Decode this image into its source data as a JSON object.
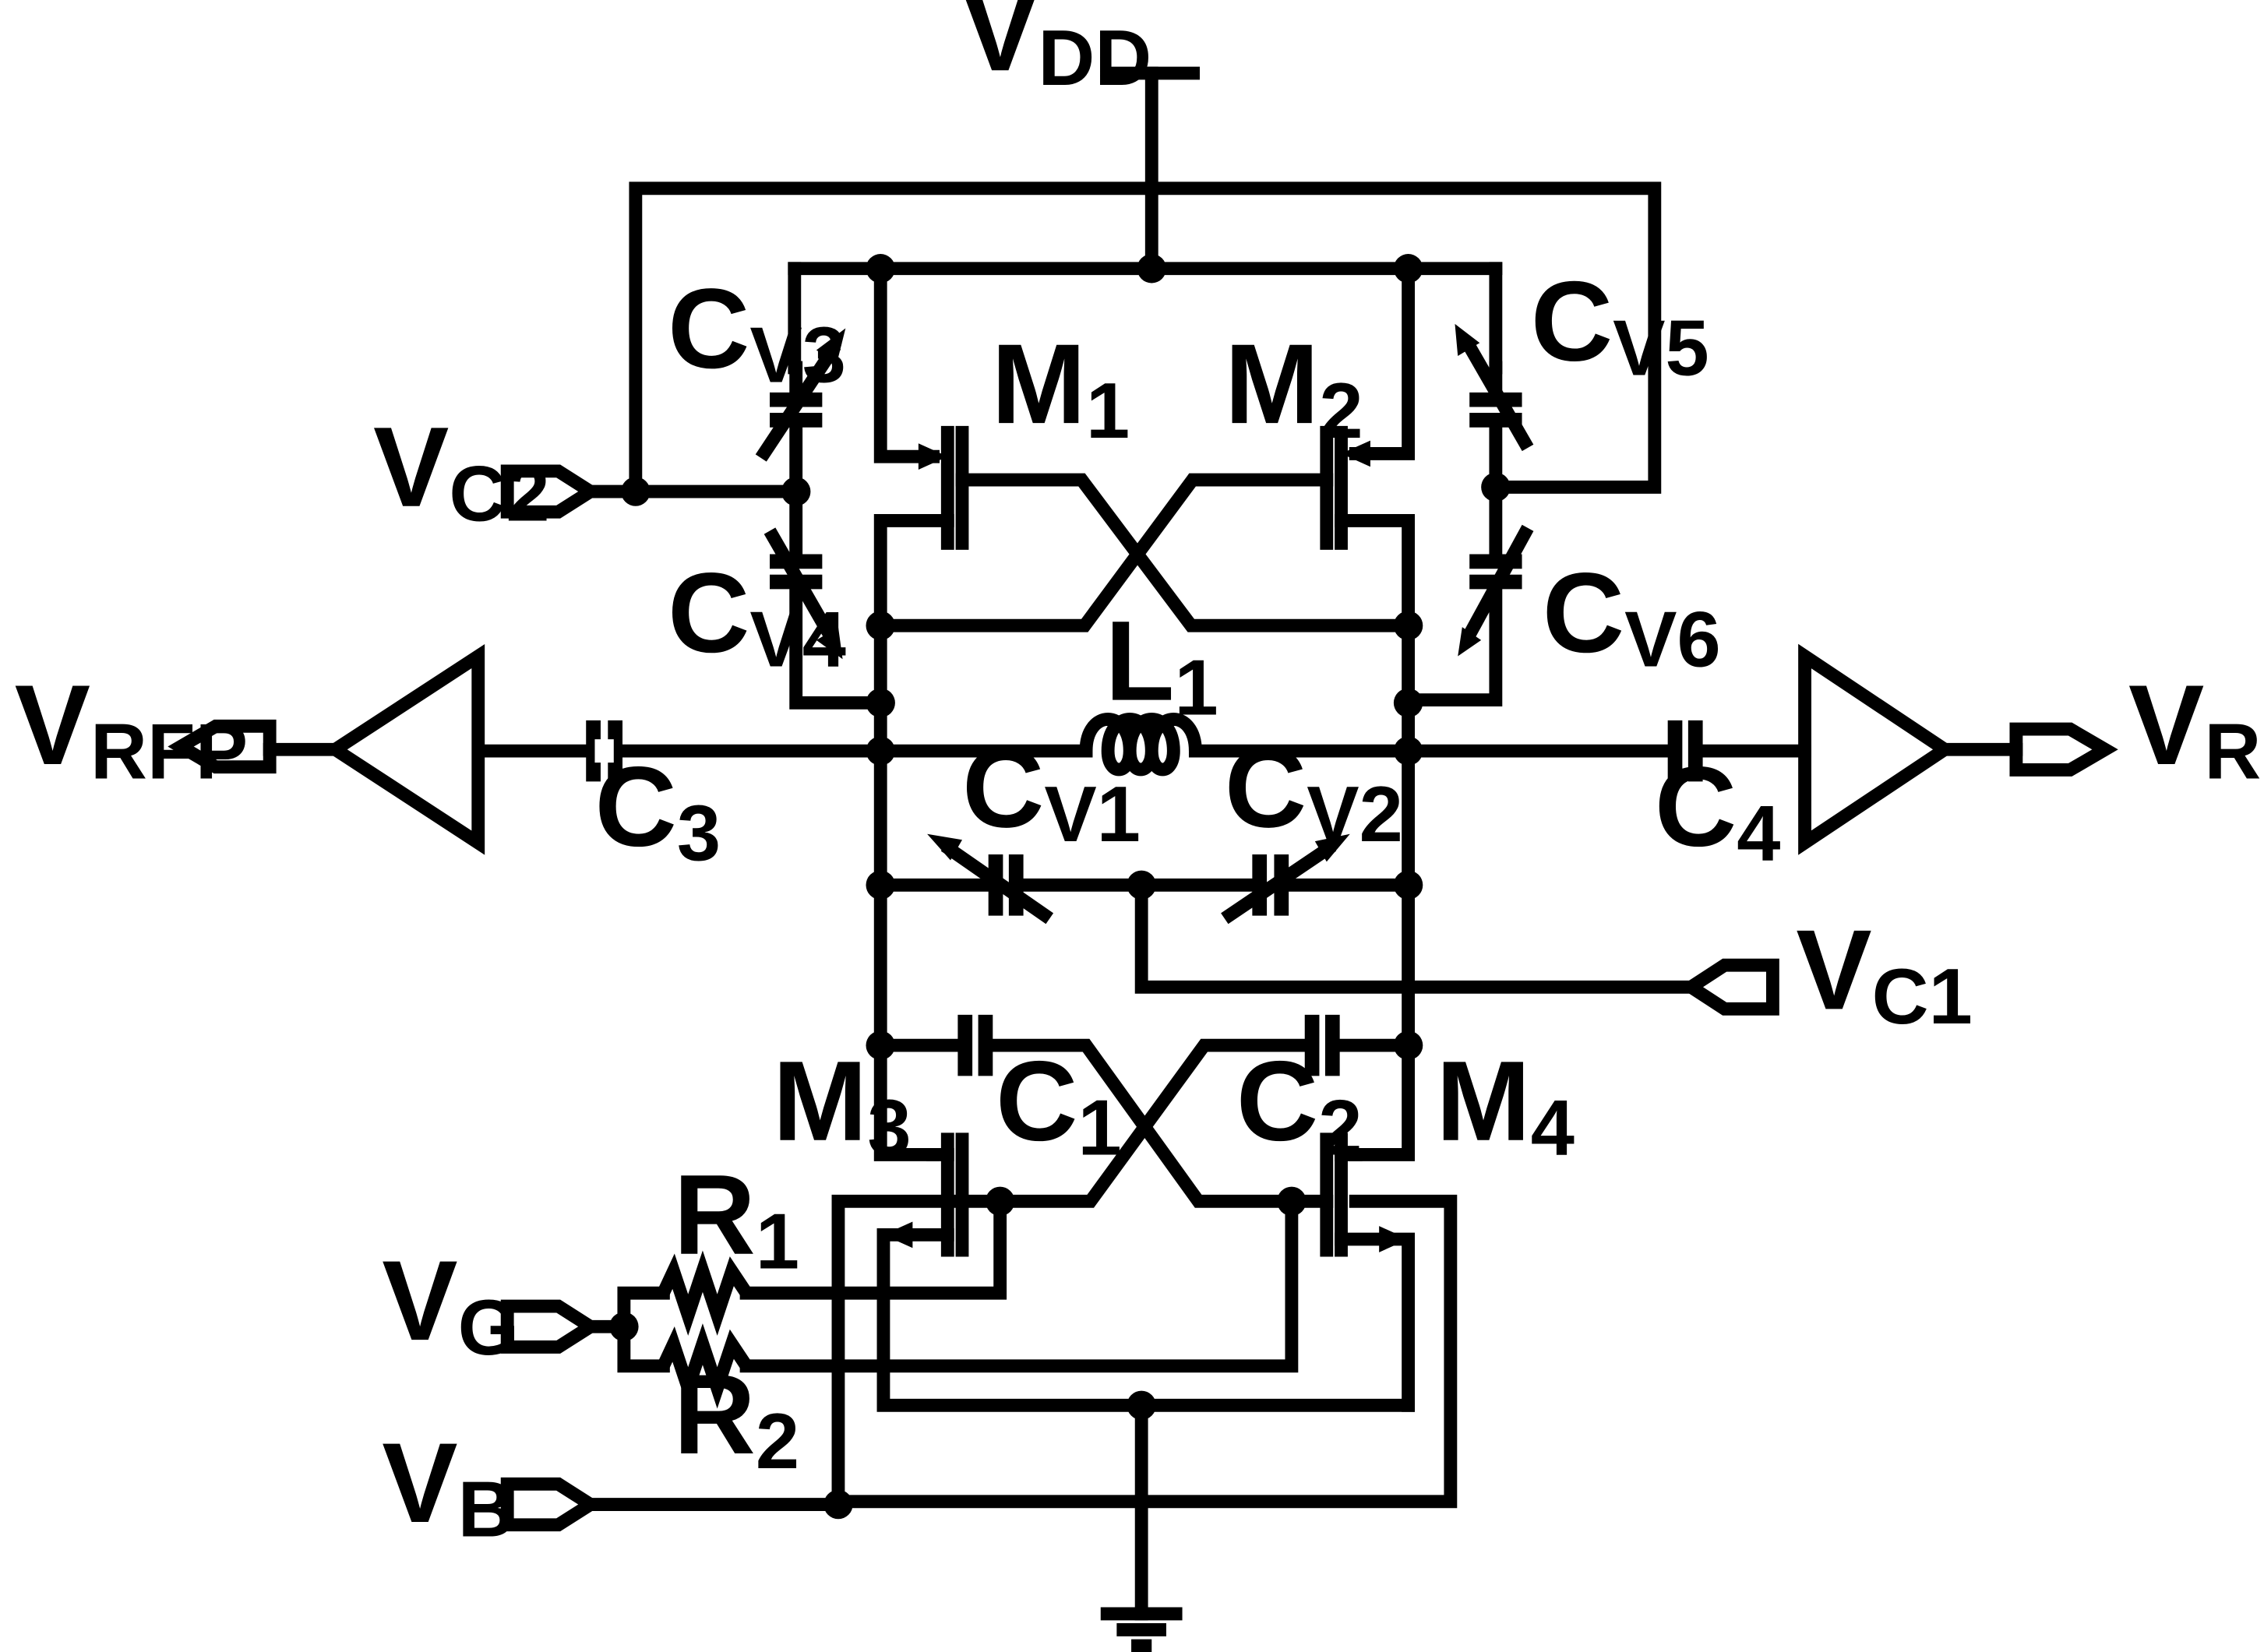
{
  "labels": {
    "vdd": {
      "main": "V",
      "sub": "DD"
    },
    "vc2": {
      "main": "V",
      "sub": "C2"
    },
    "vc1": {
      "main": "V",
      "sub": "C1"
    },
    "vrfp": {
      "main": "V",
      "sub": "RFP"
    },
    "vrfn": {
      "main": "V",
      "sub": "RFN"
    },
    "vg": {
      "main": "V",
      "sub": "G"
    },
    "vb": {
      "main": "V",
      "sub": "B"
    },
    "m1": {
      "main": "M",
      "sub": "1"
    },
    "m2": {
      "main": "M",
      "sub": "2"
    },
    "m3": {
      "main": "M",
      "sub": "3"
    },
    "m4": {
      "main": "M",
      "sub": "4"
    },
    "cv1": {
      "main": "C",
      "sub": "V1"
    },
    "cv2": {
      "main": "C",
      "sub": "V2"
    },
    "cv3": {
      "main": "C",
      "sub": "V3"
    },
    "cv4": {
      "main": "C",
      "sub": "V4"
    },
    "cv5": {
      "main": "C",
      "sub": "V5"
    },
    "cv6": {
      "main": "C",
      "sub": "V6"
    },
    "c1": {
      "main": "C",
      "sub": "1"
    },
    "c2": {
      "main": "C",
      "sub": "2"
    },
    "c3": {
      "main": "C",
      "sub": "3"
    },
    "c4": {
      "main": "C",
      "sub": "4"
    },
    "l1": {
      "main": "L",
      "sub": "1"
    },
    "r1": {
      "main": "R",
      "sub": "1"
    },
    "r2": {
      "main": "R",
      "sub": "2"
    }
  }
}
